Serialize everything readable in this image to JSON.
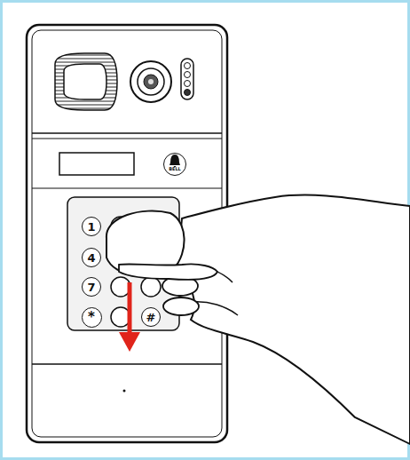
{
  "diagram": {
    "nodes": [
      {
        "text": [
          "BELL"
        ]
      },
      {
        "text": [
          "1"
        ]
      },
      {
        "text": [
          "4"
        ]
      },
      {
        "text": [
          "7"
        ]
      },
      {
        "text": [
          "*"
        ]
      },
      {
        "text": [
          "#"
        ]
      }
    ]
  }
}
